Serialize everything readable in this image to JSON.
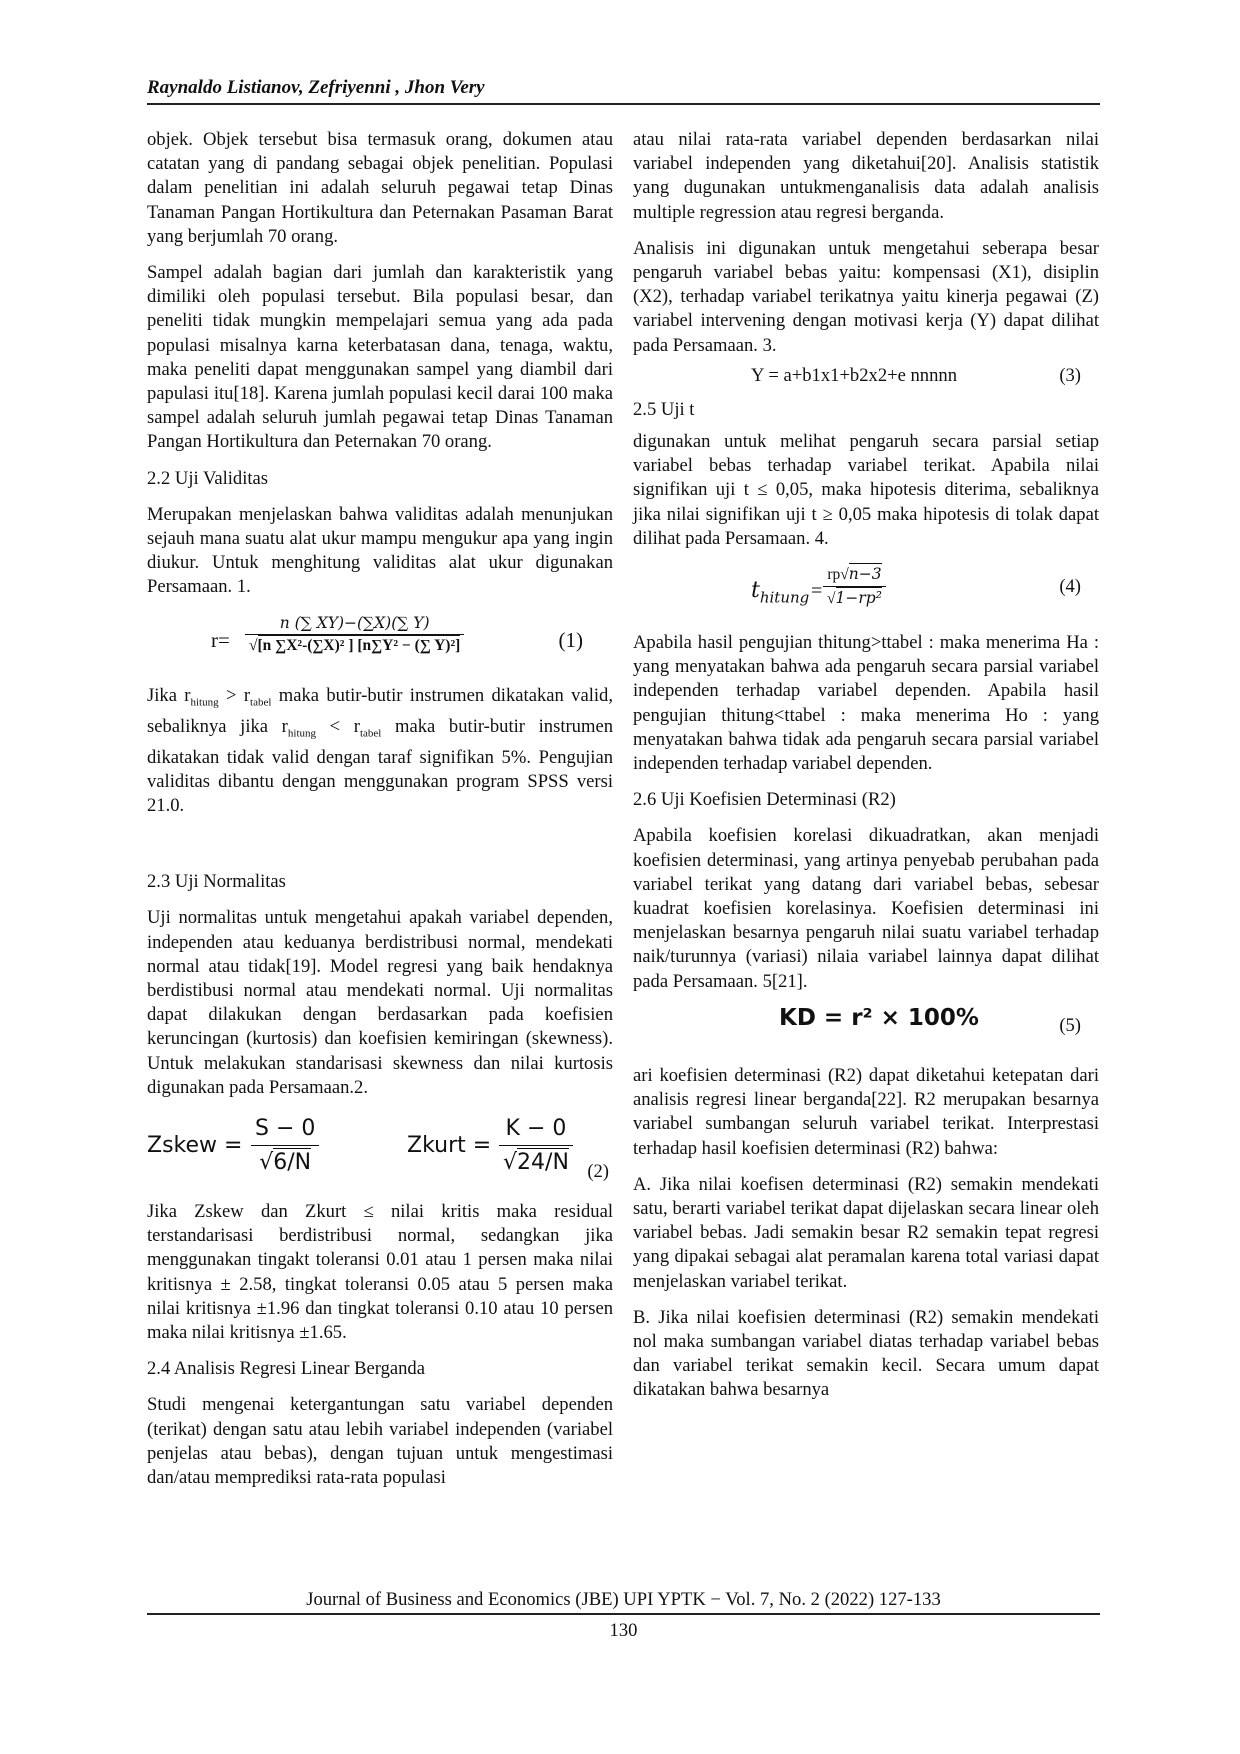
{
  "header": {
    "authors": "Raynaldo Listianov, Zefriyenni , Jhon Very"
  },
  "left_column": {
    "p1": "objek. Objek tersebut bisa termasuk orang, dokumen atau catatan yang di pandang sebagai objek penelitian. Populasi dalam penelitian ini adalah seluruh pegawai tetap Dinas Tanaman Pangan Hortikultura dan Peternakan Pasaman Barat yang berjumlah 70 orang.",
    "p2": "Sampel adalah bagian dari jumlah dan karakteristik yang dimiliki oleh populasi tersebut. Bila populasi besar, dan peneliti tidak mungkin mempelajari semua yang ada pada populasi misalnya karna keterbatasan dana, tenaga, waktu, maka peneliti dapat menggunakan sampel yang diambil dari papulasi itu[18]. Karena jumlah populasi kecil darai 100 maka sampel adalah seluruh jumlah pegawai tetap Dinas Tanaman Pangan Hortikultura dan Peternakan 70 orang.",
    "sec22": "2.2  Uji Validitas",
    "p3": "Merupakan menjelaskan bahwa validitas adalah menunjukan sejauh mana suatu alat ukur mampu mengukur apa yang ingin diukur. Untuk menghitung validitas alat ukur digunakan Persamaan. 1.",
    "eq1": {
      "lhs": "r=",
      "num": "n (∑ XY)−(∑X)(∑ Y)",
      "den": "[n ∑X²-(∑X)² ] [n∑Y² − (∑ Y)²]",
      "num_label": "(1)"
    },
    "p4": {
      "a": "Jika r",
      "sub1": "hitung",
      "b": " > r",
      "sub2": "tabel",
      "c": " maka butir-butir instrumen dikatakan valid, sebaliknya jika r",
      "sub3": "hitung",
      "d": "  <  r",
      "sub4": "tabel",
      "e": " maka butir-butir instrumen dikatakan tidak valid dengan taraf signifikan 5%. Pengujian validitas dibantu dengan menggunakan program SPSS versi 21.0."
    },
    "sec23": "2.3 Uji Normalitas",
    "p5": "Uji normalitas untuk mengetahui apakah variabel dependen, independen atau keduanya berdistribusi normal, mendekati normal atau tidak[19]. Model regresi yang baik hendaknya berdistibusi normal atau mendekati normal. Uji normalitas dapat dilakukan dengan berdasarkan pada koefisien keruncingan (kurtosis) dan koefisien kemiringan (skewness). Untuk melakukan standarisasi skewness dan nilai kurtosis digunakan pada Persamaan.2.",
    "eq2": {
      "lhs1": "Zskew =",
      "num1": "S − 0",
      "den1": "6/N",
      "lhs2": "Zkurt =",
      "num2": "K − 0",
      "den2": "24/N",
      "num_label": "(2)"
    },
    "p6": "Jika Zskew dan Zkurt ≤ nilai kritis maka residual terstandarisasi berdistribusi normal, sedangkan jika menggunakan  tingakt toleransi 0.01 atau 1 persen maka nilai kritisnya ± 2.58, tingkat toleransi 0.05 atau 5 persen maka nilai kritisnya ±1.96 dan tingkat toleransi 0.10 atau 10 persen maka nilai kritisnya ±1.65.",
    "sec24": "2.4 Analisis Regresi Linear Berganda",
    "p7": "Studi mengenai ketergantungan satu variabel dependen (terikat) dengan satu atau lebih variabel independen (variabel penjelas atau bebas), dengan tujuan untuk mengestimasi dan/atau memprediksi rata-rata populasi"
  },
  "right_column": {
    "p1": "atau nilai rata-rata variabel dependen berdasarkan nilai variabel independen yang diketahui[20]. Analisis statistik yang dugunakan untukmenganalisis data adalah analisis multiple regression atau regresi berganda.",
    "p2": "Analisis ini digunakan untuk mengetahui seberapa besar pengaruh variabel bebas yaitu: kompensasi (X1), disiplin (X2), terhadap variabel terikatnya yaitu kinerja pegawai (Z) variabel intervening dengan motivasi kerja (Y) dapat dilihat pada Persamaan. 3.",
    "eq3": {
      "text": "Y = a+b1x1+b2x2+e nnnnn",
      "num_label": "(3)"
    },
    "sec25": "2.5   Uji t",
    "p3": "digunakan untuk melihat pengaruh secara parsial setiap variabel bebas terhadap variabel terikat. Apabila nilai signifikan uji t ≤ 0,05, maka hipotesis diterima, sebaliknya jika nilai signifikan uji t ≥ 0,05 maka hipotesis di tolak dapat dilihat pada Persamaan. 4.",
    "eq4": {
      "lhs": "t",
      "lhs_sub": "hitung",
      "eq": "=",
      "num_a": "rp",
      "num_root": "n−3",
      "den_root": "1−rp²",
      "num_label": "(4)"
    },
    "p4": "Apabila hasil pengujian thitung>ttabel : maka menerima Ha : yang menyatakan bahwa ada pengaruh secara parsial variabel independen terhadap variabel dependen. Apabila hasil pengujian thitung<ttabel : maka menerima Ho : yang menyatakan bahwa tidak ada pengaruh secara parsial variabel independen terhadap variabel dependen.",
    "sec26": "2.6 Uji Koefisien Determinasi (R2)",
    "p5": "Apabila koefisien korelasi dikuadratkan, akan menjadi koefisien determinasi, yang artinya penyebab perubahan pada variabel terikat yang datang dari variabel bebas, sebesar kuadrat koefisien korelasinya. Koefisien determinasi ini menjelaskan besarnya pengaruh nilai suatu variabel terhadap naik/turunnya (variasi) nilaia variabel lainnya dapat dilihat pada Persamaan. 5[21].",
    "eq5": {
      "text": "KD = r² × 100%",
      "num_label": "(5)"
    },
    "p6": "ari koefisien determinasi (R2) dapat diketahui ketepatan dari analisis regresi linear berganda[22]. R2 merupakan besarnya variabel sumbangan seluruh variabel terikat. Interprestasi terhadap hasil koefisien determinasi (R2) bahwa:",
    "p7": "A. Jika nilai koefisen determinasi (R2) semakin mendekati satu, berarti variabel terikat dapat dijelaskan secara linear oleh variabel bebas. Jadi semakin besar R2 semakin tepat regresi yang dipakai sebagai alat peramalan karena total variasi dapat menjelaskan variabel terikat.",
    "p8": "B. Jika nilai koefisien determinasi (R2) semakin mendekati nol maka sumbangan variabel diatas terhadap variabel bebas dan variabel terikat semakin kecil. Secara umum dapat dikatakan bahwa besarnya"
  },
  "footer": {
    "journal": "Journal of Business and Economics (JBE) UPI YPTK − Vol. 7, No. 2 (2022) 127-133",
    "page": "130"
  }
}
